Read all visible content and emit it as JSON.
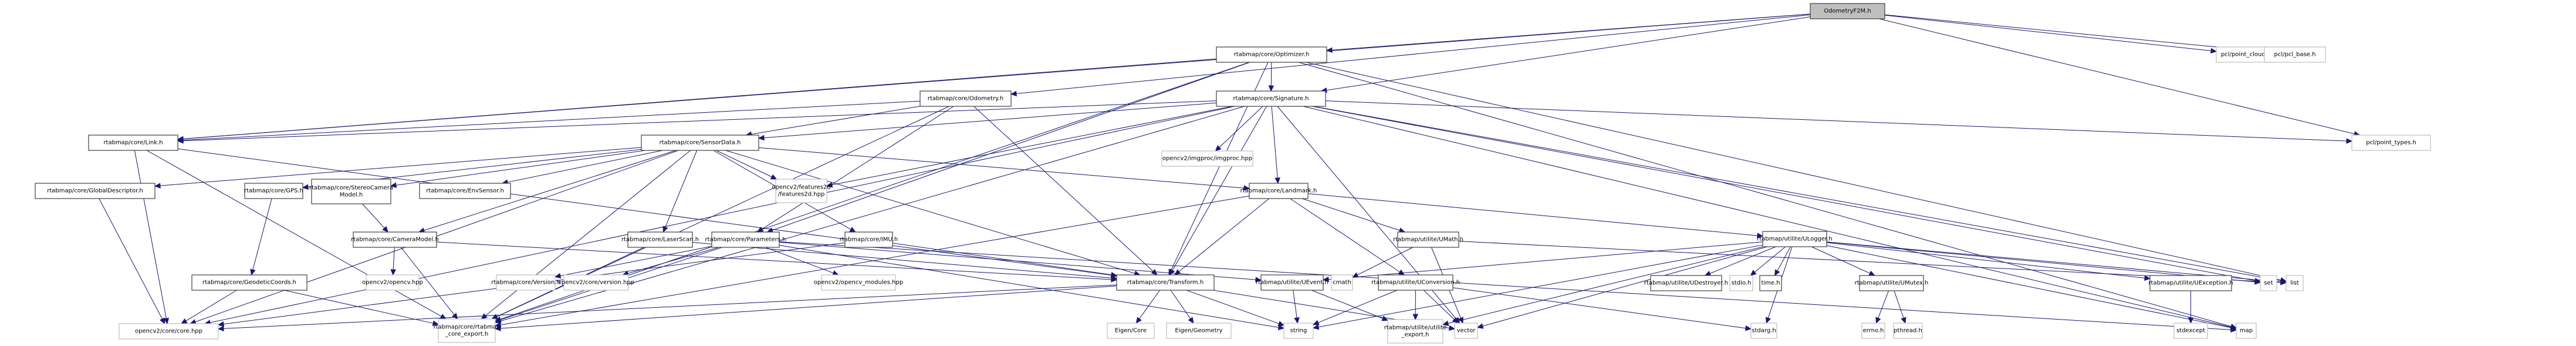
{
  "title": "OdometryF2M.h include dependency graph",
  "colors": {
    "edge": "#191970",
    "root_fill": "#bfbfbf",
    "documented_border": "#404040",
    "external_border": "#bfbfbf"
  },
  "nodes": [
    {
      "id": "root",
      "label": "OdometryF2M.h",
      "kind": "root"
    },
    {
      "id": "optimizer",
      "label": "rtabmap/core/Optimizer.h",
      "kind": "doc"
    },
    {
      "id": "pcl_point_cloud",
      "label": "pcl/point_cloud.h",
      "kind": "ext"
    },
    {
      "id": "pcl_base",
      "label": "pcl/pcl_base.h",
      "kind": "ext"
    },
    {
      "id": "odometry",
      "label": "rtabmap/core/Odometry.h",
      "kind": "doc"
    },
    {
      "id": "signature",
      "label": "rtabmap/core/Signature.h",
      "kind": "doc"
    },
    {
      "id": "link",
      "label": "rtabmap/core/Link.h",
      "kind": "doc"
    },
    {
      "id": "imgproc",
      "label": "opencv2/imgproc/imgproc.hpp",
      "kind": "ext"
    },
    {
      "id": "point_types",
      "label": "pcl/point_types.h",
      "kind": "ext"
    },
    {
      "id": "sensordata",
      "label": "rtabmap/core/SensorData.h",
      "kind": "doc"
    },
    {
      "id": "globaldesc",
      "label": "rtabmap/core/GlobalDescriptor.h",
      "kind": "doc"
    },
    {
      "id": "gps",
      "label": "rtabmap/core/GPS.h",
      "kind": "doc"
    },
    {
      "id": "stereocam",
      "label": "rtabmap/core/StereoCamera\nModel.h",
      "kind": "doc"
    },
    {
      "id": "envsensor",
      "label": "rtabmap/core/EnvSensor.h",
      "kind": "doc"
    },
    {
      "id": "features2d",
      "label": "opencv2/features2d\n/features2d.hpp",
      "kind": "ext"
    },
    {
      "id": "landmark",
      "label": "rtabmap/core/Landmark.h",
      "kind": "doc"
    },
    {
      "id": "umath",
      "label": "rtabmap/utilite/UMath.h",
      "kind": "doc"
    },
    {
      "id": "cameramodel",
      "label": "rtabmap/core/CameraModel.h",
      "kind": "doc"
    },
    {
      "id": "laserscan",
      "label": "rtabmap/core/LaserScan.h",
      "kind": "doc"
    },
    {
      "id": "parameters",
      "label": "rtabmap/core/Parameters.h",
      "kind": "doc"
    },
    {
      "id": "imu",
      "label": "rtabmap/core/IMU.h",
      "kind": "doc"
    },
    {
      "id": "ulogger",
      "label": "rtabmap/utilite/ULogger.h",
      "kind": "doc"
    },
    {
      "id": "geodetic",
      "label": "rtabmap/core/GeodeticCoords.h",
      "kind": "doc"
    },
    {
      "id": "opencv_hpp",
      "label": "opencv2/opencv.hpp",
      "kind": "ext"
    },
    {
      "id": "version_h",
      "label": "rtabmap/core/Version.h",
      "kind": "ext"
    },
    {
      "id": "cv_version",
      "label": "opencv2/core/version.hpp",
      "kind": "ext"
    },
    {
      "id": "cv_modules",
      "label": "opencv2/opencv_modules.hpp",
      "kind": "ext"
    },
    {
      "id": "transform",
      "label": "rtabmap/core/Transform.h",
      "kind": "doc"
    },
    {
      "id": "uevent",
      "label": "rtabmap/utilite/UEvent.h",
      "kind": "doc"
    },
    {
      "id": "cmath",
      "label": "cmath",
      "kind": "ext"
    },
    {
      "id": "uconversion",
      "label": "rtabmap/utilite/UConversion.h",
      "kind": "doc"
    },
    {
      "id": "udestroyer",
      "label": "rtabmap/utilite/UDestroyer.h",
      "kind": "doc"
    },
    {
      "id": "stdio",
      "label": "stdio.h",
      "kind": "ext"
    },
    {
      "id": "time_h",
      "label": "time.h",
      "kind": "doc"
    },
    {
      "id": "umutex",
      "label": "rtabmap/utilite/UMutex.h",
      "kind": "doc"
    },
    {
      "id": "uexception",
      "label": "rtabmap/utilite/UException.h",
      "kind": "doc"
    },
    {
      "id": "set",
      "label": "set",
      "kind": "ext"
    },
    {
      "id": "list",
      "label": "list",
      "kind": "ext"
    },
    {
      "id": "cv_core",
      "label": "opencv2/core/core.hpp",
      "kind": "ext"
    },
    {
      "id": "core_export",
      "label": "rtabmap/core/rtabmap\n_core_export.h",
      "kind": "ext"
    },
    {
      "id": "eigen_core",
      "label": "Eigen/Core",
      "kind": "ext"
    },
    {
      "id": "eigen_geom",
      "label": "Eigen/Geometry",
      "kind": "ext"
    },
    {
      "id": "string",
      "label": "string",
      "kind": "ext"
    },
    {
      "id": "utilite_export",
      "label": "rtabmap/utilite/utilite\n_export.h",
      "kind": "ext"
    },
    {
      "id": "vector",
      "label": "vector",
      "kind": "ext"
    },
    {
      "id": "stdarg",
      "label": "stdarg.h",
      "kind": "ext"
    },
    {
      "id": "errno",
      "label": "errno.h",
      "kind": "ext"
    },
    {
      "id": "pthread",
      "label": "pthread.h",
      "kind": "ext"
    },
    {
      "id": "stdexcept",
      "label": "stdexcept",
      "kind": "ext"
    },
    {
      "id": "map",
      "label": "map",
      "kind": "ext"
    }
  ],
  "edges": [
    [
      "root",
      "optimizer"
    ],
    [
      "root",
      "pcl_point_cloud"
    ],
    [
      "root",
      "pcl_base"
    ],
    [
      "root",
      "odometry"
    ],
    [
      "root",
      "link"
    ],
    [
      "root",
      "point_types"
    ],
    [
      "root",
      "signature"
    ],
    [
      "optimizer",
      "signature"
    ],
    [
      "optimizer",
      "link"
    ],
    [
      "optimizer",
      "parameters"
    ],
    [
      "optimizer",
      "transform"
    ],
    [
      "optimizer",
      "map"
    ],
    [
      "optimizer",
      "list"
    ],
    [
      "optimizer",
      "core_export"
    ],
    [
      "odometry",
      "sensordata"
    ],
    [
      "odometry",
      "parameters"
    ],
    [
      "odometry",
      "transform"
    ],
    [
      "odometry",
      "core_export"
    ],
    [
      "odometry",
      "link"
    ],
    [
      "signature",
      "link"
    ],
    [
      "signature",
      "sensordata"
    ],
    [
      "signature",
      "imgproc"
    ],
    [
      "signature",
      "features2d"
    ],
    [
      "signature",
      "point_types"
    ],
    [
      "signature",
      "transform"
    ],
    [
      "signature",
      "set"
    ],
    [
      "signature",
      "list"
    ],
    [
      "signature",
      "map"
    ],
    [
      "signature",
      "vector"
    ],
    [
      "signature",
      "cv_core"
    ],
    [
      "signature",
      "core_export"
    ],
    [
      "signature",
      "landmark"
    ],
    [
      "link",
      "transform"
    ],
    [
      "link",
      "cv_core"
    ],
    [
      "link",
      "core_export"
    ],
    [
      "sensordata",
      "globaldesc"
    ],
    [
      "sensordata",
      "gps"
    ],
    [
      "sensordata",
      "stereocam"
    ],
    [
      "sensordata",
      "envsensor"
    ],
    [
      "sensordata",
      "features2d"
    ],
    [
      "sensordata",
      "landmark"
    ],
    [
      "sensordata",
      "cameramodel"
    ],
    [
      "sensordata",
      "laserscan"
    ],
    [
      "sensordata",
      "imu"
    ],
    [
      "sensordata",
      "transform"
    ],
    [
      "sensordata",
      "cv_core"
    ],
    [
      "sensordata",
      "core_export"
    ],
    [
      "globaldesc",
      "cv_core"
    ],
    [
      "gps",
      "geodetic"
    ],
    [
      "stereocam",
      "cameramodel"
    ],
    [
      "cameramodel",
      "opencv_hpp"
    ],
    [
      "cameramodel",
      "core_export"
    ],
    [
      "cameramodel",
      "transform"
    ],
    [
      "laserscan",
      "transform"
    ],
    [
      "laserscan",
      "core_export"
    ],
    [
      "landmark",
      "transform"
    ],
    [
      "landmark",
      "umath"
    ],
    [
      "landmark",
      "uconversion"
    ],
    [
      "landmark",
      "ulogger"
    ],
    [
      "landmark",
      "core_export"
    ],
    [
      "parameters",
      "version_h"
    ],
    [
      "parameters",
      "cv_version"
    ],
    [
      "parameters",
      "cv_modules"
    ],
    [
      "parameters",
      "uevent"
    ],
    [
      "parameters",
      "map"
    ],
    [
      "parameters",
      "string"
    ],
    [
      "parameters",
      "core_export"
    ],
    [
      "imu",
      "transform"
    ],
    [
      "imu",
      "cv_core"
    ],
    [
      "geodetic",
      "cv_core"
    ],
    [
      "geodetic",
      "core_export"
    ],
    [
      "transform",
      "eigen_core"
    ],
    [
      "transform",
      "eigen_geom"
    ],
    [
      "transform",
      "string"
    ],
    [
      "transform",
      "vector"
    ],
    [
      "transform",
      "core_export"
    ],
    [
      "transform",
      "cv_core"
    ],
    [
      "umath",
      "cmath"
    ],
    [
      "umath",
      "list"
    ],
    [
      "umath",
      "vector"
    ],
    [
      "uevent",
      "string"
    ],
    [
      "uevent",
      "utilite_export"
    ],
    [
      "uconversion",
      "string"
    ],
    [
      "uconversion",
      "utilite_export"
    ],
    [
      "uconversion",
      "vector"
    ],
    [
      "uconversion",
      "stdarg"
    ],
    [
      "ulogger",
      "udestroyer"
    ],
    [
      "ulogger",
      "stdio"
    ],
    [
      "ulogger",
      "time_h"
    ],
    [
      "ulogger",
      "umutex"
    ],
    [
      "ulogger",
      "uexception"
    ],
    [
      "ulogger",
      "set"
    ],
    [
      "ulogger",
      "map"
    ],
    [
      "ulogger",
      "list"
    ],
    [
      "ulogger",
      "vector"
    ],
    [
      "ulogger",
      "stdarg"
    ],
    [
      "ulogger",
      "uevent"
    ],
    [
      "ulogger",
      "string"
    ],
    [
      "ulogger",
      "utilite_export"
    ],
    [
      "umutex",
      "errno"
    ],
    [
      "umutex",
      "pthread"
    ],
    [
      "uexception",
      "stdexcept"
    ]
  ]
}
